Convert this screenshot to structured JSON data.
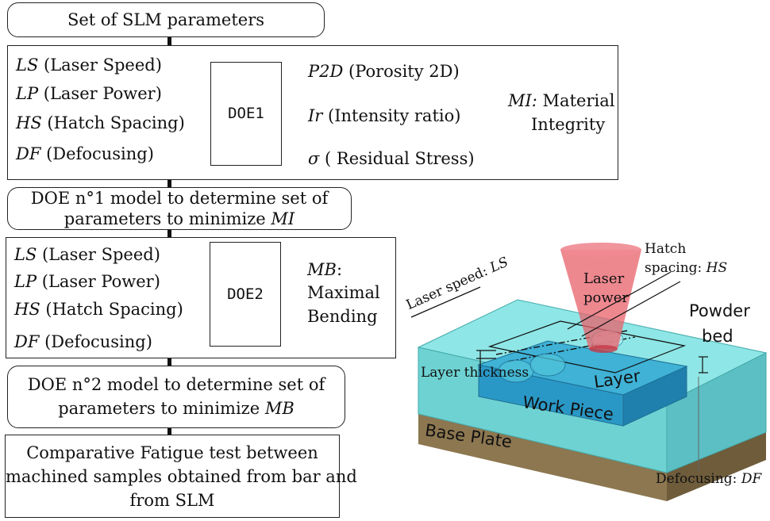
{
  "flow": {
    "step1": "Set of SLM parameters",
    "parameters": [
      {
        "abbr": "LS",
        "name": " (Laser Speed)"
      },
      {
        "abbr": "LP",
        "name": " (Laser Power)"
      },
      {
        "abbr": "HS",
        "name": " (Hatch Spacing)"
      },
      {
        "abbr": "DF",
        "name": " (Defocusing)"
      }
    ],
    "doe1": "DOE1",
    "doe1_outputs": [
      {
        "abbr": "P2D",
        "name": " (Porosity 2D)"
      },
      {
        "abbr": "Ir",
        "name": " (Intensity ratio)"
      },
      {
        "abbr": "σ",
        "name": " ( Residual Stress)"
      }
    ],
    "mi": {
      "abbr": "MI:",
      "line1": " Material",
      "line2": "Integrity"
    },
    "step3": {
      "line1": "DOE n°1 model to determine set of",
      "line2_prefix": "parameters to minimize ",
      "line2_abbr": "MI"
    },
    "doe2": "DOE2",
    "mb": {
      "abbr": "MB",
      "line1": ":",
      "line2": "Maximal",
      "line3": "Bending"
    },
    "step5": {
      "line1": "DOE n°2 model to determine set of",
      "line2_prefix": "parameters to minimize ",
      "line2_abbr": "MB"
    },
    "step6": {
      "line1": "Comparative Fatigue test between",
      "line2": "machined samples obtained from bar and",
      "line3": "from SLM"
    }
  },
  "illustration": {
    "hatch_line1": "Hatch",
    "hatch_line2": "spacing: ",
    "hatch_abbr": "HS",
    "laser_power_line1": "Laser",
    "laser_power_line2": "power",
    "laser_speed": "Laser speed: ",
    "laser_speed_abbr": "LS",
    "powder_line1": "Powder",
    "powder_line2": "bed",
    "layer_thickness": "Layer thickness",
    "layer": "Layer",
    "work_piece": "Work Piece",
    "base_plate": "Base Plate",
    "defocusing": "Defocusing: ",
    "defocusing_abbr": "DF"
  },
  "colors": {
    "powder": "#7fdede",
    "workpiece": "#2aa3c9",
    "base": "#8c7750",
    "laser": "#e8606a"
  }
}
